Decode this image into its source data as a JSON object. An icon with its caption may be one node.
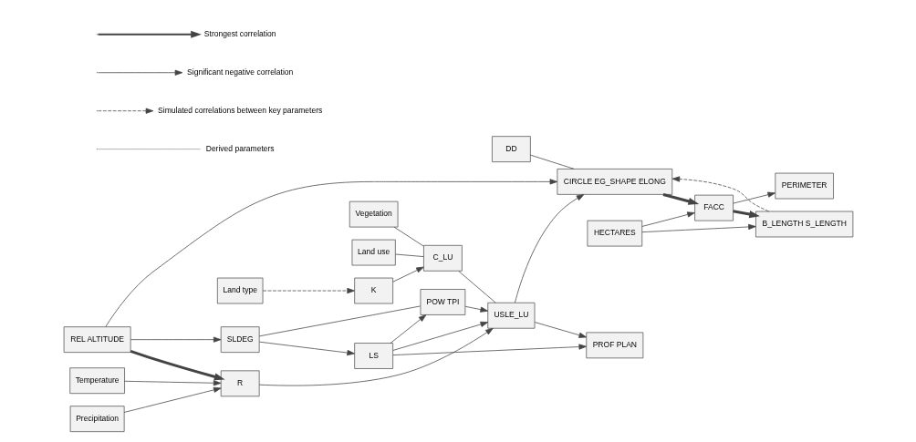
{
  "diagram": {
    "nodes": [
      {
        "text": [
          "Temperature"
        ]
      },
      {
        "text": [
          "Precipitation"
        ]
      },
      {
        "text": [
          "Vegetation"
        ]
      },
      {
        "text": [
          "Land use"
        ]
      },
      {
        "text": [
          "R"
        ]
      },
      {
        "text": [
          "Land type"
        ]
      },
      {
        "text": [
          "K"
        ]
      },
      {
        "text": [
          "C_LU"
        ]
      },
      {
        "text": [
          "USLE_LU"
        ]
      },
      {
        "text": [
          "HECTARES"
        ]
      },
      {
        "text": [
          "FACC"
        ]
      },
      {
        "text": [
          "B_LENGTH S_LENGTH"
        ]
      },
      {
        "text": [
          "CIRCLE EG_SHAPE ELONG"
        ]
      },
      {
        "text": [
          "LS"
        ]
      },
      {
        "text": [
          "PROF PLAN"
        ]
      },
      {
        "text": [
          "PERIMETER"
        ]
      },
      {
        "text": [
          "SLDEG"
        ]
      },
      {
        "text": [
          "POW TPI"
        ]
      },
      {
        "text": [
          "DD"
        ]
      },
      {
        "text": [
          "REL ALTITUDE"
        ]
      }
    ],
    "edges": [
      {
        "from": 0,
        "to": 4,
        "arrow": "to"
      },
      {
        "from": 1,
        "to": 4,
        "arrow": "to"
      },
      {
        "from": 2,
        "to": 7,
        "arrow": "none"
      },
      {
        "from": 3,
        "to": 7,
        "arrow": "none"
      },
      {
        "from": 5,
        "to": 6,
        "arrow": "to",
        "style": "dashed"
      },
      {
        "from": 6,
        "to": 7,
        "arrow": "to"
      },
      {
        "from": 4,
        "to": 8,
        "arrow": "to"
      },
      {
        "from": 7,
        "to": 8,
        "arrow": "none"
      },
      {
        "from": 13,
        "to": 8,
        "arrow": "to"
      },
      {
        "from": 16,
        "to": 13,
        "arrow": "to"
      },
      {
        "from": 13,
        "to": 14,
        "arrow": "to"
      },
      {
        "from": 13,
        "to": 17,
        "arrow": "to"
      },
      {
        "from": 16,
        "to": 17,
        "arrow": "none"
      },
      {
        "from": 17,
        "to": 8,
        "arrow": "to"
      },
      {
        "from": 8,
        "to": 14,
        "arrow": "to"
      },
      {
        "from": 9,
        "to": 10,
        "arrow": "to"
      },
      {
        "from": 10,
        "to": 11,
        "arrow": "to",
        "style": "thick"
      },
      {
        "from": 9,
        "to": 11,
        "arrow": "to"
      },
      {
        "from": 10,
        "to": 15,
        "arrow": "to"
      },
      {
        "from": 11,
        "to": 12,
        "arrow": "to",
        "style": "dashed"
      },
      {
        "from": 12,
        "to": 10,
        "arrow": "to",
        "style": "thick"
      },
      {
        "from": 8,
        "to": 12,
        "arrow": "to"
      },
      {
        "from": 18,
        "to": 12,
        "arrow": "none"
      },
      {
        "from": 19,
        "to": 16,
        "arrow": "to"
      },
      {
        "from": 19,
        "to": 12,
        "arrow": "to"
      },
      {
        "from": 19,
        "to": 4,
        "arrow": "to",
        "style": "thick"
      }
    ],
    "legend": [
      {
        "text": "Strongest correlation"
      },
      {
        "text": "Significant negative correlation"
      },
      {
        "text": "Simulated correlations between key parameters"
      },
      {
        "text": "Derived parameters"
      }
    ]
  }
}
